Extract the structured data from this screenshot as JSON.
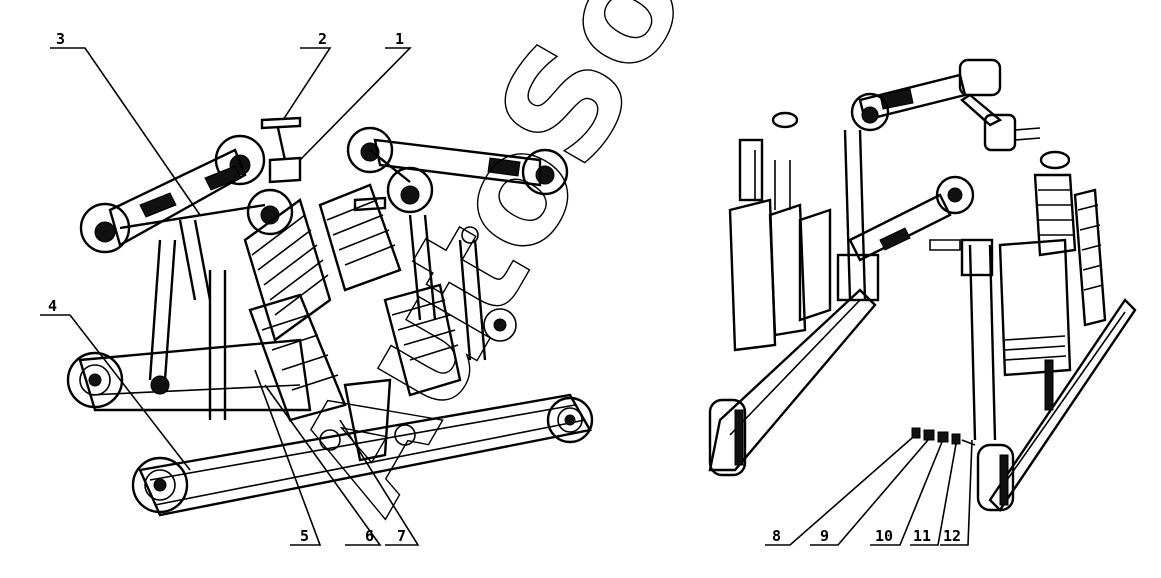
{
  "watermark": "AutoSoft",
  "header_text": "",
  "labels": {
    "l1": "1",
    "l2": "2",
    "l3": "3",
    "l4": "4",
    "l5": "5",
    "l6": "6",
    "l7": "7",
    "l8": "8",
    "l9": "9",
    "l10": "10",
    "l11": "11",
    "l12": "12"
  },
  "colors": {
    "ink": "#000000",
    "paper": "#ffffff"
  }
}
